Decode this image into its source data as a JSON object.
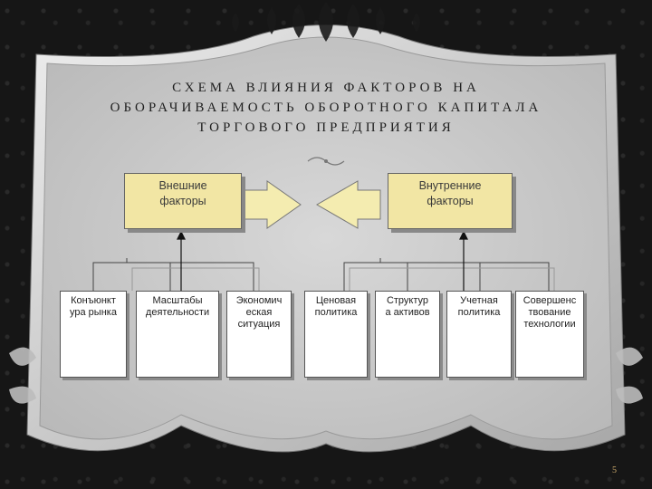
{
  "slide": {
    "title_lines": [
      "СХЕМА ВЛИЯНИЯ ФАКТОРОВ НА",
      "ОБОРАЧИВАЕМОСТЬ ОБОРОТНОГО КАПИТАЛА",
      "ТОРГОВОГО ПРЕДПРИЯТИЯ"
    ],
    "page_number": "5"
  },
  "diagram": {
    "external": {
      "line1": "Внешние",
      "line2": "факторы"
    },
    "internal": {
      "line1": "Внутренние",
      "line2": "факторы"
    },
    "external_factors": [
      {
        "line1": "Конъюнкт",
        "line2": "ура рынка",
        "line3": ""
      },
      {
        "line1": "Масштабы",
        "line2": "деятельности",
        "line3": ""
      },
      {
        "line1": "Экономич",
        "line2": "еская",
        "line3": "ситуация"
      }
    ],
    "internal_factors": [
      {
        "line1": "Ценовая",
        "line2": "политика",
        "line3": ""
      },
      {
        "line1": "Структур",
        "line2": "а активов",
        "line3": ""
      },
      {
        "line1": "Учетная",
        "line2": "политика",
        "line3": ""
      },
      {
        "line1": "Совершенс",
        "line2": "твование",
        "line3": "технологии"
      }
    ]
  },
  "colors": {
    "frame": "#c0c0c0",
    "top_box_fill": "#f2e6a4",
    "arrow_fill": "#f4ecb0",
    "page_number": "#c9a86a"
  }
}
